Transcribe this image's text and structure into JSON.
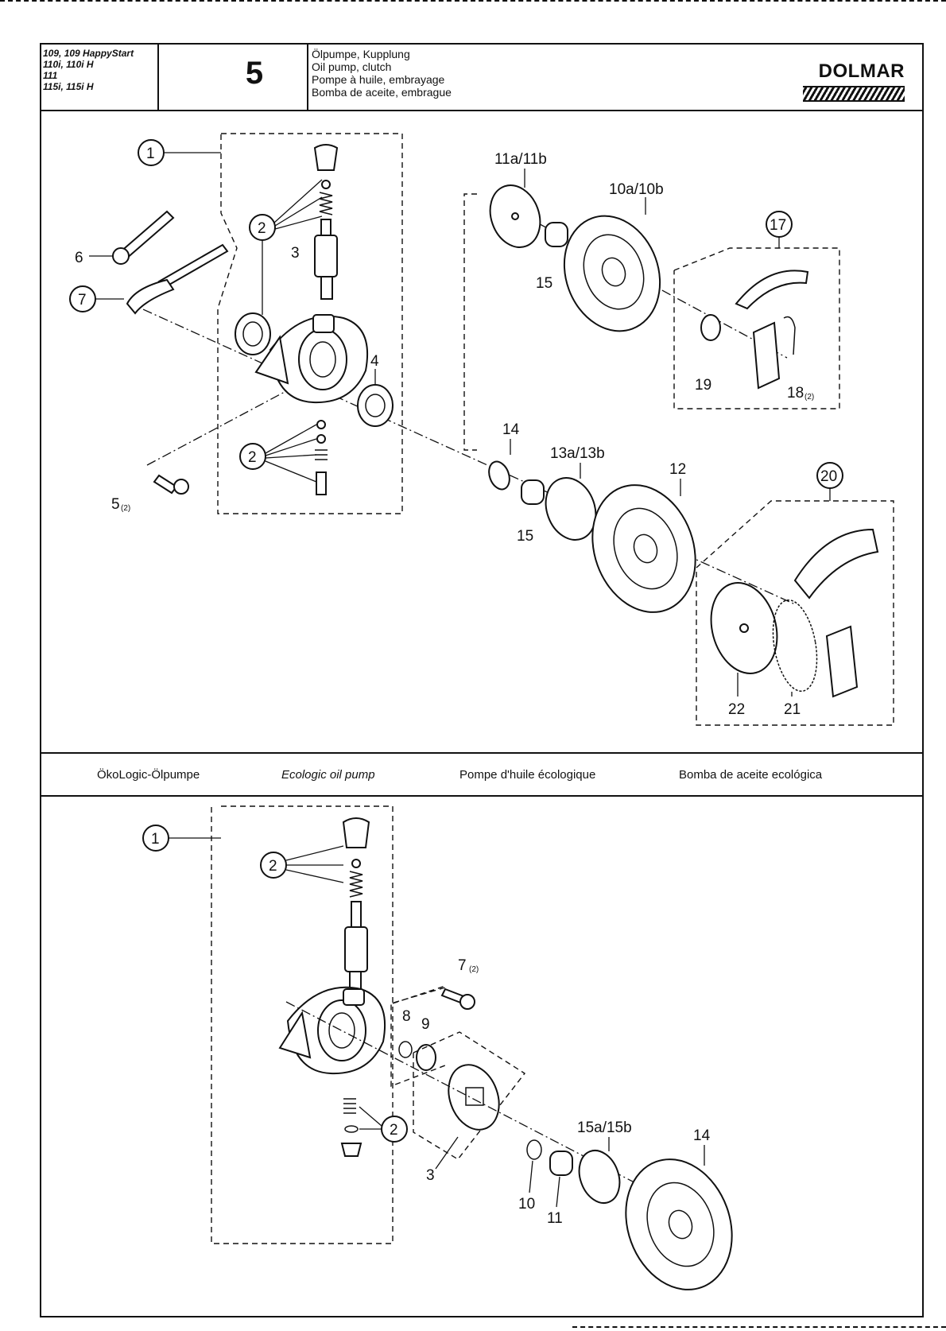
{
  "header": {
    "models": [
      "109, 109 HappyStart",
      "110i, 110i H",
      "111",
      "115i, 115i H"
    ],
    "sheet_number": "5",
    "titles": [
      "Ölpumpe, Kupplung",
      "Oil pump, clutch",
      "Pompe à huile, embrayage",
      "Bomba de aceite, embrague"
    ],
    "brand": "DOLMAR"
  },
  "section2": {
    "labels": [
      "ÖkoLogic-Ölpumpe",
      "Ecologic oil pump",
      "Pompe d'huile écologique",
      "Bomba de aceite ecológica"
    ]
  },
  "callouts_top": {
    "c1": "1",
    "c2a": "2",
    "c2b": "2",
    "c3": "3",
    "c4": "4",
    "c5": "5",
    "c5q": "(2)",
    "c6": "6",
    "c7": "7",
    "c10": "10a/10b",
    "c11": "11a/11b",
    "c12": "12",
    "c13": "13a/13b",
    "c14": "14",
    "c15a": "15",
    "c15b": "15",
    "c17": "17",
    "c18": "18",
    "c18q": "(2)",
    "c19": "19",
    "c20": "20",
    "c21": "21",
    "c22": "22"
  },
  "callouts_bottom": {
    "c1": "1",
    "c2a": "2",
    "c2b": "2",
    "c3": "3",
    "c7": "7",
    "c7q": "(2)",
    "c8": "8",
    "c9": "9",
    "c10": "10",
    "c11": "11",
    "c14": "14",
    "c15": "15a/15b"
  }
}
